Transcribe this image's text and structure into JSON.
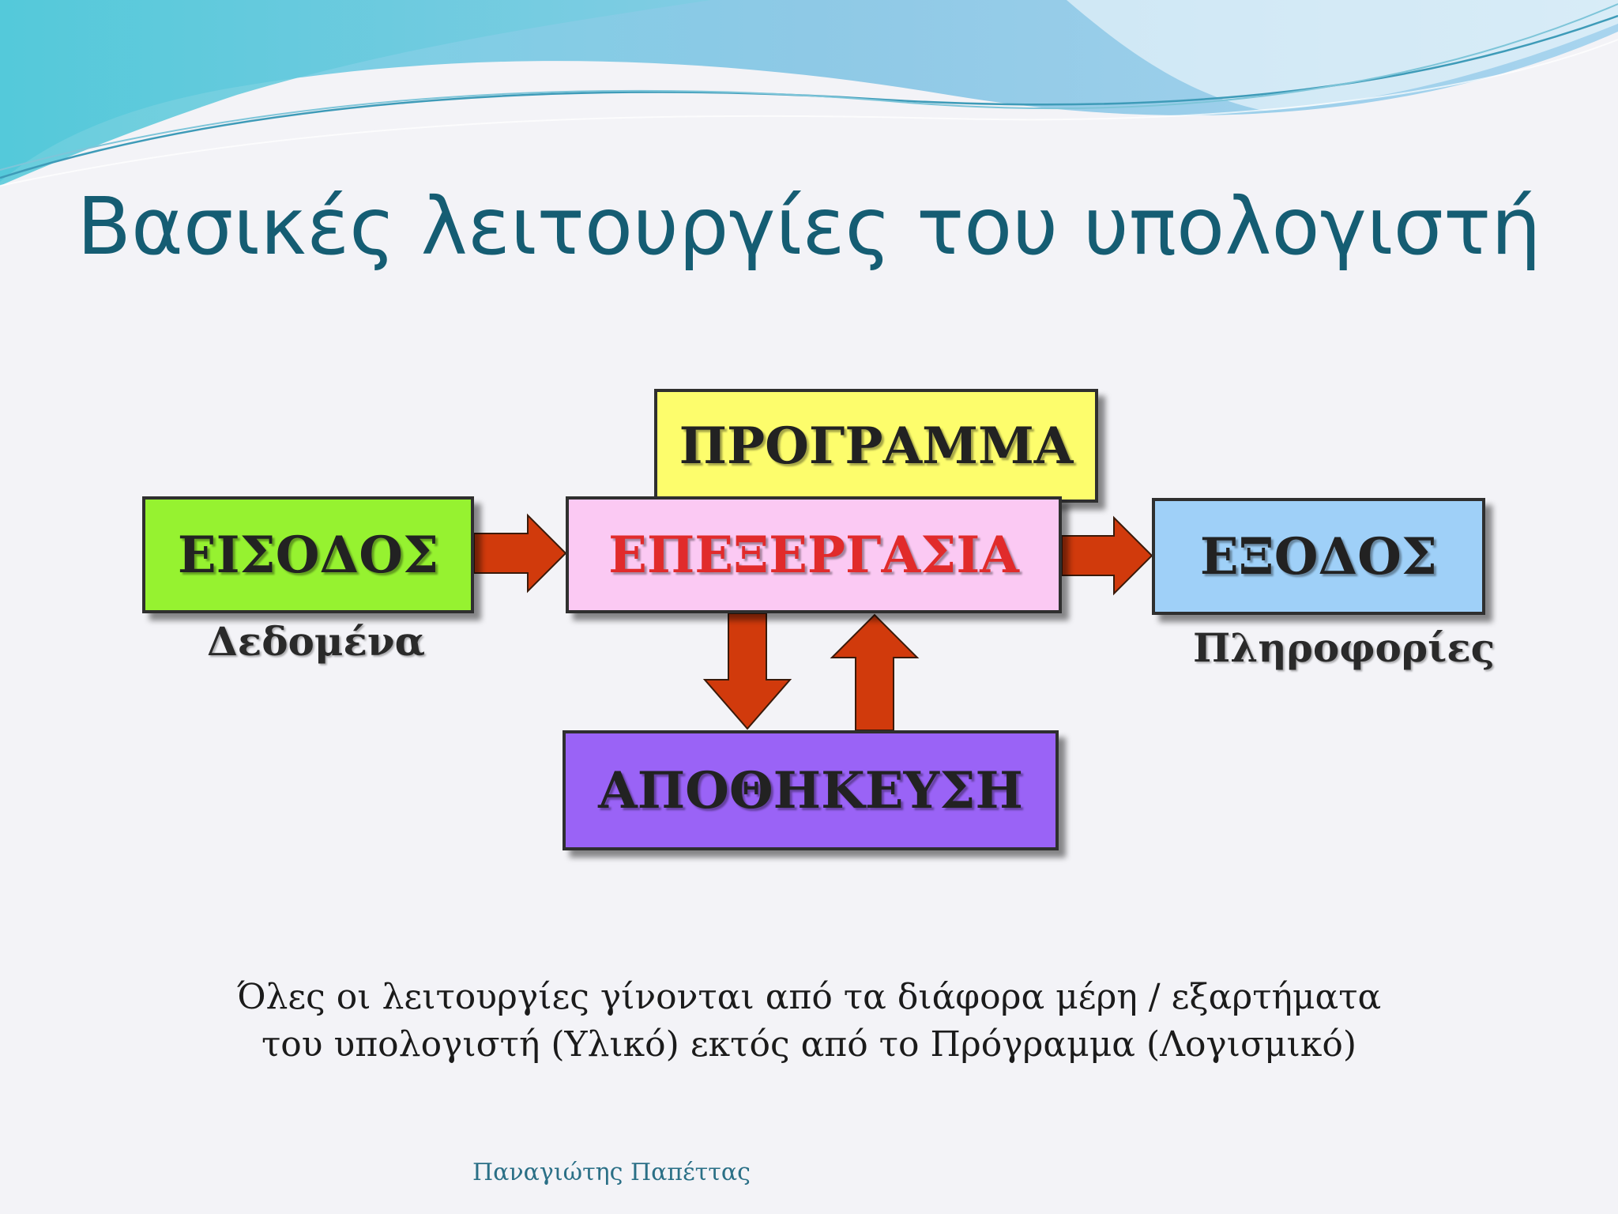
{
  "slide": {
    "title": "Βασικές λειτουργίες του υπολογιστή",
    "caption_line1": "Όλες οι λειτουργίες γίνονται από τα διάφορα μέρη / εξαρτήματα",
    "caption_line2": "του υπολογιστή (Υλικό) εκτός από το Πρόγραμμα (Λογισμικό)",
    "footer": "Παναγιώτης Παπέττας"
  },
  "diagram": {
    "program": "ΠΡΟΓΡΑΜΜΑ",
    "input": "ΕΙΣΟΔΟΣ",
    "process": "ΕΠΕΞΕΡΓΑΣΙΑ",
    "output": "ΕΞΟΔΟΣ",
    "storage": "ΑΠΟΘΗΚΕΥΣΗ",
    "input_sublabel": "Δεδομένα",
    "output_sublabel": "Πληροφορίες"
  },
  "colors": {
    "title": "#155d73",
    "program_fill": "#fdfd6c",
    "input_fill": "#96f230",
    "process_fill": "#fbc9f3",
    "process_text": "#e12b2b",
    "output_fill": "#9fd0f8",
    "storage_fill": "#9a63f6",
    "arrow_fill": "#d13a0c"
  }
}
